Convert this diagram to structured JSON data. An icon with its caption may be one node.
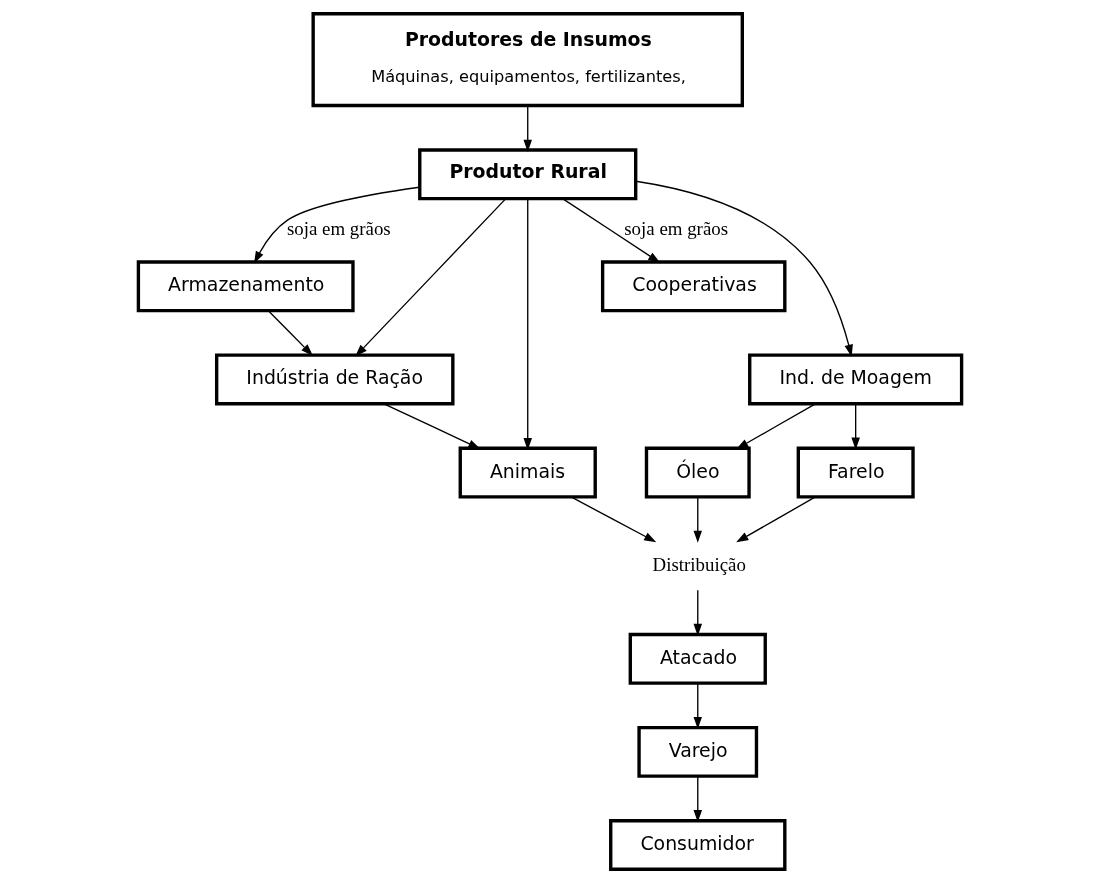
{
  "diagram": {
    "nodes": [
      {
        "text": [
          "Produtores de Insumos",
          "Máquinas, equipamentos, fertilizantes,"
        ]
      },
      {
        "text": [
          "Produtor Rural"
        ]
      },
      {
        "text": [
          "Armazenamento"
        ]
      },
      {
        "text": [
          "Indústria de Ração"
        ]
      },
      {
        "text": [
          "Animais"
        ]
      },
      {
        "text": [
          "Cooperativas"
        ]
      },
      {
        "text": [
          "Ind. de Moagem"
        ]
      },
      {
        "text": [
          "Óleo"
        ]
      },
      {
        "text": [
          "Farelo"
        ]
      },
      {
        "text": [
          "Distribuição"
        ]
      },
      {
        "text": [
          "Atacado"
        ]
      },
      {
        "text": [
          "Varejo"
        ]
      },
      {
        "text": [
          "Consumidor"
        ]
      }
    ],
    "edges": [
      {
        "from": 0,
        "to": 1,
        "arrow": "to"
      },
      {
        "from": 1,
        "to": 2,
        "arrow": "to",
        "label": "soja em grãos"
      },
      {
        "from": 1,
        "to": 3,
        "arrow": "to"
      },
      {
        "from": 1,
        "to": 4,
        "arrow": "to"
      },
      {
        "from": 1,
        "to": 5,
        "arrow": "to",
        "label": "soja em grãos"
      },
      {
        "from": 1,
        "to": 6,
        "arrow": "to"
      },
      {
        "from": 2,
        "to": 3,
        "arrow": "to"
      },
      {
        "from": 3,
        "to": 4,
        "arrow": "to"
      },
      {
        "from": 6,
        "to": 7,
        "arrow": "to"
      },
      {
        "from": 6,
        "to": 8,
        "arrow": "to"
      },
      {
        "from": 4,
        "to": 9,
        "arrow": "to"
      },
      {
        "from": 7,
        "to": 9,
        "arrow": "to"
      },
      {
        "from": 8,
        "to": 9,
        "arrow": "to"
      },
      {
        "from": 9,
        "to": 10,
        "arrow": "to"
      },
      {
        "from": 10,
        "to": 11,
        "arrow": "to"
      },
      {
        "from": 11,
        "to": 12,
        "arrow": "to"
      }
    ]
  }
}
